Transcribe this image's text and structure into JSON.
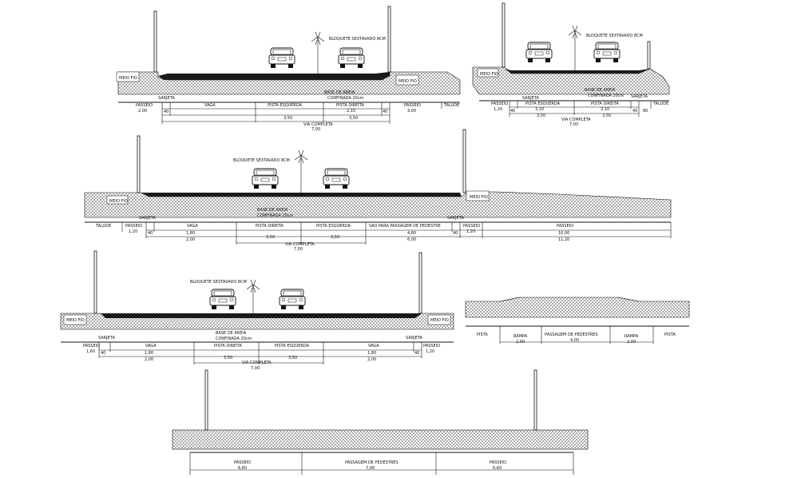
{
  "sections": {
    "s1": {
      "label_bloquete": "BLOQUETE SEXTAVADO 8CM",
      "label_base": "BASE DE AREIA",
      "label_confinada": "CONFINADA 20cm",
      "meio_fio_left": "MEIO FIO",
      "meio_fio_right": "MEIO FIO",
      "sarjeta": "SARJETA",
      "passeio_left": "PASSEIO",
      "passeio_left_dim": "2,00",
      "vaga": "VAGA",
      "pista_esquerda": "PISTA ESQUERDA",
      "pista_direita": "PISTA DIREITA",
      "pista_direita_dim": "2,10",
      "passeio_right": "PASSEIO",
      "passeio_right_dim": "3,00",
      "talude": "TALUDE",
      "d40a": "40",
      "d40b": "40",
      "d350": "3,50",
      "d380": "3,50",
      "via_completa": "VIA COMPLETA",
      "via_completa_dim": "7,00"
    },
    "s2": {
      "label_bloquete": "BLOQUETE SEXTAVADO 8CM",
      "label_base": "BASE DE AREIA",
      "label_confinada": "CONFINADA 20cm",
      "meio_fio": "MEIO FIO",
      "passeio": "PASSEIO",
      "passeio_dim": "1,20",
      "sarjeta_left": "SARJETA",
      "pista_esquerda": "PISTA ESQUERDA",
      "pista_esquerda_dim": "3,10",
      "pista_direita": "PISTA DIREITA",
      "pista_direita_dim": "3,10",
      "sarjeta_right": "SARJETA",
      "talude": "TALUDE",
      "d40a": "40",
      "d40b": "40",
      "d80": "80",
      "d350a": "3,50",
      "d350b": "3,50",
      "via_completa": "VIA COMPLETA",
      "via_completa_dim": "7,00"
    },
    "s3": {
      "label_bloquete": "BLOQUETE SEXTAVADO 8CM",
      "label_base": "BASE DE AREIA",
      "label_confinada": "CONFINADA 20cm",
      "meio_fio_left": "MEIO FIO",
      "meio_fio_right": "MEIO FIO",
      "sarjeta_left": "SARJETA",
      "sarjeta_right": "SARJETA",
      "talude": "TALUDE",
      "passeio_left": "PASSEIO",
      "passeio_left_dim": "1,20",
      "vaga": "VAGA",
      "vaga_dim": "1,80",
      "d200": "2,00",
      "pista_direita": "PISTA DIREITA",
      "pista_esquerda": "PISTA ESQUERDA",
      "vao": "VAO PARA PASSAGEM DE PEDESTRE",
      "vao_dim": "4,80",
      "vao_dim2": "6,00",
      "passeio_right": "PASSEIO",
      "passeio_right_dim": "1,20",
      "passeio_far": "PASSEIO",
      "passeio_far_dim": "10,00",
      "passeio_far_dim2": "11,20",
      "d40a": "40",
      "d40b": "40",
      "d350a": "3,50",
      "d350b": "3,50",
      "via_completa": "VIA COMPLETA",
      "via_completa_dim": "7,00"
    },
    "s4": {
      "label_bloquete": "BLOQUETE SEXTAVADO 8CM",
      "label_base": "BASE DE AREIA",
      "label_confinada": "CONFINADA 20cm",
      "meio_fio_left": "MEIO FIO",
      "meio_fio_right": "MEIO FIO",
      "sarjeta_left": "SARJETA",
      "sarjeta_right": "SARJETA",
      "passeio_left": "PASSEIO",
      "passeio_left_dim": "1,60",
      "vaga_left": "VAGA",
      "vaga_left_dim": "1,80",
      "vaga_left_dim2": "2,00",
      "pista_direita": "PISTA DIREITA",
      "pista_esquerda": "PISTA ESQUERDA",
      "vaga_right": "VAGA",
      "vaga_right_dim": "1,80",
      "vaga_right_dim2": "2,00",
      "passeio_right": "PASSEIO",
      "passeio_right_dim": "1,20",
      "d40a": "40",
      "d40b": "40",
      "d350a": "3,50",
      "d350b": "3,50",
      "via_completa": "VIA COMPLETA",
      "via_completa_dim": "7,00"
    },
    "s5": {
      "pista_left": "PISTA",
      "rampa_left": "RAMPA",
      "rampa_left_dim": "2,00",
      "passagem": "PASSAGEM DE PEDESTRES",
      "passagem_dim": "4,00",
      "rampa_right": "RAMPA",
      "rampa_right_dim": "2,00",
      "pista_right": "PISTA"
    },
    "s6": {
      "passeio_left": "PASSEIO",
      "passeio_left_dim": "6,60",
      "passagem": "PASSAGEM DE PEDESTRES",
      "passagem_dim": "7,00",
      "passeio_right": "PASSEIO",
      "passeio_right_dim": "6,60"
    }
  }
}
